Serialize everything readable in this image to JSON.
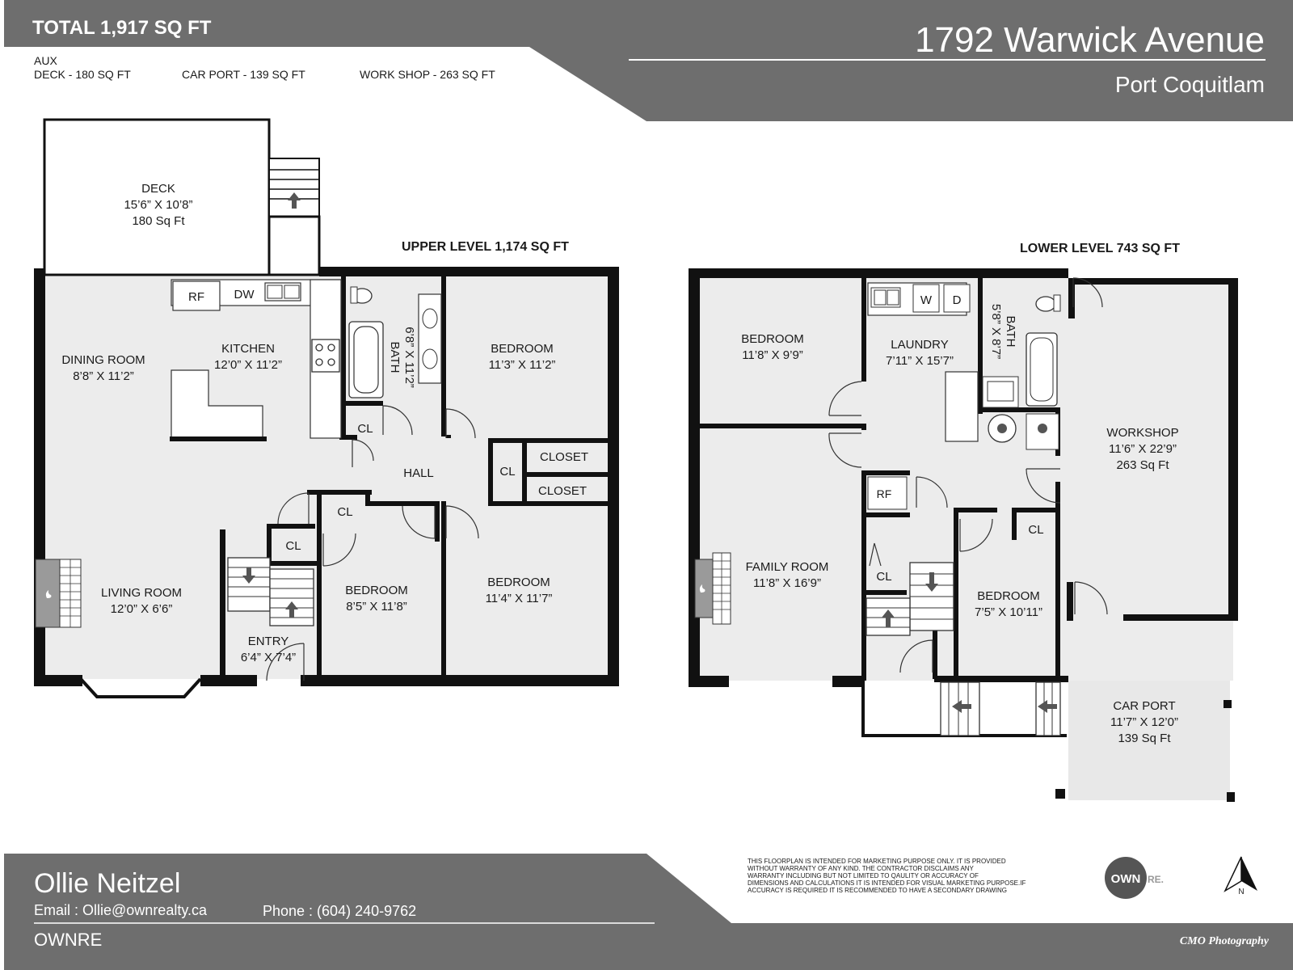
{
  "header": {
    "total": "TOTAL 1,917 SQ FT",
    "aux_label": "AUX",
    "aux_items": [
      "DECK - 180 SQ FT",
      "CAR PORT - 139 SQ FT",
      "WORK SHOP - 263 SQ FT"
    ],
    "address": "1792 Warwick Avenue",
    "city": "Port Coquitlam"
  },
  "levels": {
    "upper": "UPPER LEVEL 1,174 SQ FT",
    "lower": "LOWER LEVEL 743 SQ FT"
  },
  "rooms": {
    "deck": [
      "DECK",
      "15’6” X 10’8”",
      "180 Sq Ft"
    ],
    "dining": [
      "DINING ROOM",
      "8’8” X 11’2”"
    ],
    "kitchen": [
      "KITCHEN",
      "12’0” X 11’2”"
    ],
    "upper_bath": [
      "BATH",
      "6’8” X 11’2”"
    ],
    "upper_bed1": [
      "BEDROOM",
      "11’3” X 11’2”"
    ],
    "hall": [
      "HALL"
    ],
    "living": [
      "LIVING ROOM",
      "12’0” X 6’6”"
    ],
    "entry": [
      "ENTRY",
      "6’4” X 7’4”"
    ],
    "upper_bed2": [
      "BEDROOM",
      "8’5” X 11’8”"
    ],
    "upper_bed3": [
      "BEDROOM",
      "11’4” X 11’7”"
    ],
    "lower_bed1": [
      "BEDROOM",
      "11’8” X 9’9”"
    ],
    "laundry": [
      "LAUNDRY",
      "7’11” X 15’7”"
    ],
    "lower_bath": [
      "BATH",
      "5’8” X 8’7”"
    ],
    "workshop": [
      "WORKSHOP",
      "11’6” X 22’9”",
      "263 Sq Ft"
    ],
    "family": [
      "FAMILY ROOM",
      "11’8” X 16’9”"
    ],
    "lower_bed2": [
      "BEDROOM",
      "7’5” X 10’11”"
    ],
    "carport": [
      "CAR PORT",
      "11’7” X 12’0”",
      "139 Sq Ft"
    ]
  },
  "fixtures": {
    "rf": "RF",
    "dw": "DW",
    "cl": "CL",
    "closet": "CLOSET",
    "washer": "W",
    "dryer": "D"
  },
  "footer": {
    "agent": "Ollie Neitzel",
    "email": "Email : Ollie@ownrealty.ca",
    "phone": "Phone : (604) 240-9762",
    "brokerage": "OWNRE",
    "disclaimer": [
      "THIS FLOORPLAN IS INTENDED FOR MARKETING PURPOSE ONLY. IT IS PROVIDED",
      "WITHOUT WARRANTY OF ANY KIND. THE CONTRACTOR DISCLAIMS ANY",
      "WARRANTY INCLUDING BUT NOT LIMITED TO QAULITY OR ACCURACY OF",
      "DIMENSIONS AND CALCULATIONS IT IS INTENDED FOR VISUAL MARKETING PURPOSE.IF",
      "ACCURACY IS REQUIRED IT IS RECOMMENDED TO HAVE A SECONDARY DRAWING"
    ],
    "logo_own": "OWN",
    "logo_re": "RE.",
    "north": "N",
    "credit": "CMO Photography"
  },
  "colors": {
    "band": "#6e6e6e",
    "wall": "#111111",
    "floor": "#ececec",
    "carport": "#e8e8e8",
    "text": "#1a1a1a",
    "white": "#ffffff"
  }
}
